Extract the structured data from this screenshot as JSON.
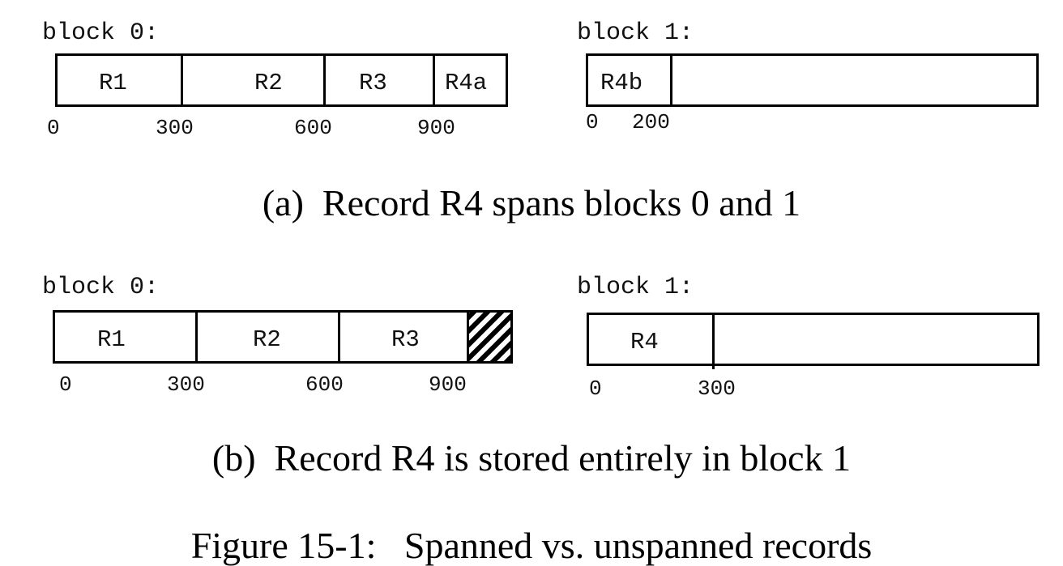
{
  "part_a": {
    "block0": {
      "label": "block 0:",
      "cells": [
        "R1",
        "R2",
        "R3",
        "R4a"
      ],
      "ticks": [
        "0",
        "300",
        "600",
        "900"
      ]
    },
    "block1": {
      "label": "block 1:",
      "cells": [
        "R4b"
      ],
      "ticks": [
        "0",
        "200"
      ]
    },
    "caption": "(a)  Record R4 spans blocks 0 and 1"
  },
  "part_b": {
    "block0": {
      "label": "block 0:",
      "cells": [
        "R1",
        "R2",
        "R3"
      ],
      "ticks": [
        "0",
        "300",
        "600",
        "900"
      ]
    },
    "block1": {
      "label": "block 1:",
      "cells": [
        "R4"
      ],
      "ticks": [
        "0",
        "300"
      ]
    },
    "caption": "(b)  Record R4 is stored entirely in block 1"
  },
  "figure_caption": "Figure 15-1:   Spanned vs. unspanned records"
}
